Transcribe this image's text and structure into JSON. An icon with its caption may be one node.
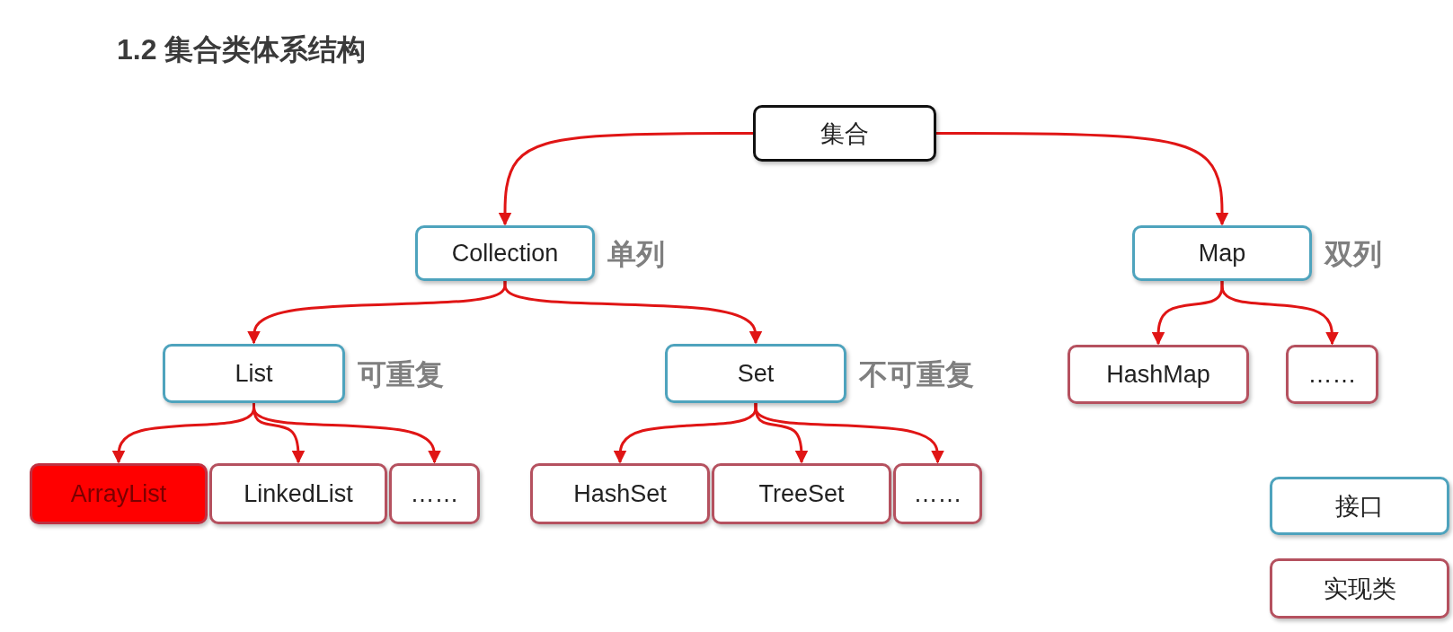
{
  "diagram": {
    "title": "1.2 集合类体系结构",
    "nodes": [
      {
        "text": [
          "集合"
        ]
      },
      {
        "text": [
          "Collection"
        ],
        "beside": [
          "单列"
        ]
      },
      {
        "text": [
          "Map"
        ],
        "beside": [
          "双列"
        ]
      },
      {
        "text": [
          "List"
        ],
        "beside": [
          "可重复"
        ]
      },
      {
        "text": [
          "Set"
        ],
        "beside": [
          "不可重复"
        ]
      },
      {
        "text": [
          "HashMap"
        ]
      },
      {
        "text": [
          "……"
        ]
      },
      {
        "text": [
          "ArrayList"
        ]
      },
      {
        "text": [
          "LinkedList"
        ]
      },
      {
        "text": [
          "……"
        ]
      },
      {
        "text": [
          "HashSet"
        ]
      },
      {
        "text": [
          "TreeSet"
        ]
      },
      {
        "text": [
          "……"
        ]
      }
    ],
    "edges": [
      {
        "from": 0,
        "to": 1,
        "arrow": "to"
      },
      {
        "from": 0,
        "to": 2,
        "arrow": "to"
      },
      {
        "from": 1,
        "to": 3,
        "arrow": "to"
      },
      {
        "from": 1,
        "to": 4,
        "arrow": "to"
      },
      {
        "from": 2,
        "to": 5,
        "arrow": "to"
      },
      {
        "from": 2,
        "to": 6,
        "arrow": "to"
      },
      {
        "from": 3,
        "to": 7,
        "arrow": "to"
      },
      {
        "from": 3,
        "to": 8,
        "arrow": "to"
      },
      {
        "from": 3,
        "to": 9,
        "arrow": "to"
      },
      {
        "from": 4,
        "to": 10,
        "arrow": "to"
      },
      {
        "from": 4,
        "to": 11,
        "arrow": "to"
      },
      {
        "from": 4,
        "to": 12,
        "arrow": "to"
      }
    ],
    "legend": [
      {
        "text": "接口"
      },
      {
        "text": "实现类"
      }
    ]
  }
}
